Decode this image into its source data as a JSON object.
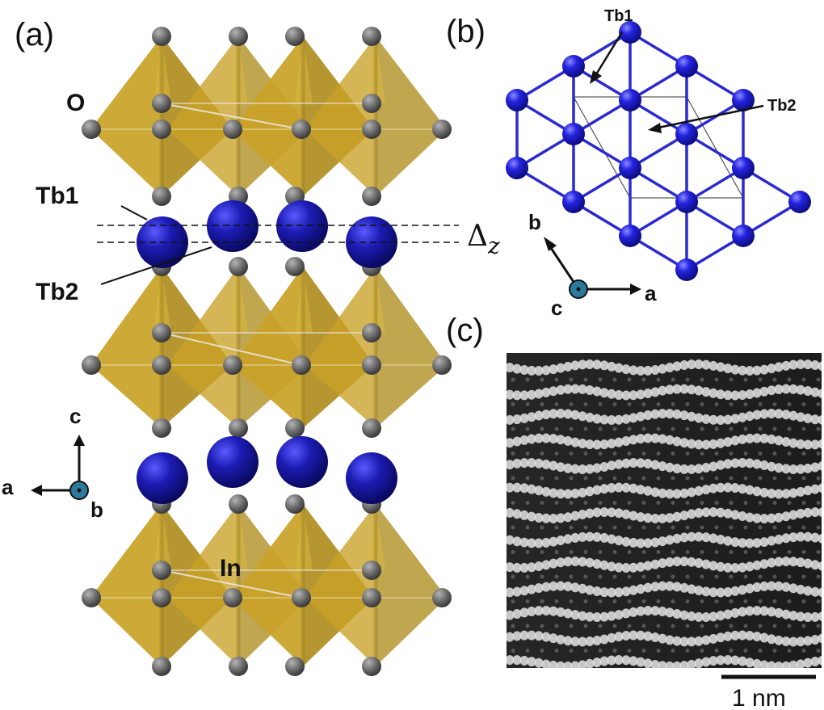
{
  "panels": {
    "a": {
      "letter": "(a)",
      "labels": {
        "oxygen": "O",
        "indium": "In",
        "tb1": "Tb1",
        "tb2": "Tb2",
        "delta": "Δ",
        "delta_sub": "z"
      },
      "axes": {
        "vertical": "c",
        "horizontal": "a",
        "out_of_plane": "b"
      }
    },
    "b": {
      "letter": "(b)",
      "labels": {
        "tb1": "Tb1",
        "tb2": "Tb2"
      },
      "axes": {
        "vertical": "b",
        "horizontal": "a",
        "out_of_plane": "c"
      }
    },
    "c": {
      "letter": "(c)",
      "scalebar": "1 nm"
    }
  },
  "colors": {
    "octahedron": "#c9a227",
    "octahedron_dark": "#a8861c",
    "oxygen": "#6d6d6d",
    "terbium": "#1a1aa8",
    "bond": "#2a2ad0",
    "axis_dot": "#2b7a9b"
  }
}
